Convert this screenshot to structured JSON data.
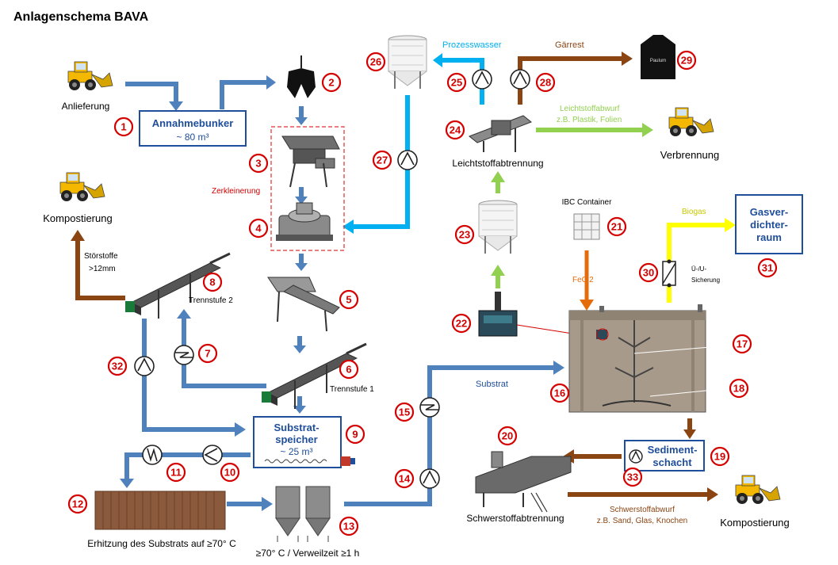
{
  "title": "Anlagenschema BAVA",
  "colors": {
    "blue_pipe": "#4f81bd",
    "cyan_pipe": "#00b0f0",
    "brown_pipe": "#8b4513",
    "green_pipe": "#92d050",
    "yellow_pipe": "#ffff00",
    "orange_pipe": "#e46c0a",
    "marker_red": "#d40000",
    "box_blue": "#1f4e9a"
  },
  "labels": {
    "anlieferung": "Anlieferung",
    "annahmebunker_title": "Annahmebunker",
    "annahmebunker_volume": "~ 80 m³",
    "kompostierung_top": "Kompostierung",
    "zerkleinerung": "Zerkleinerung",
    "stoerstoffe_1": "Störstoffe",
    "stoerstoffe_2": ">12mm",
    "trennstufe2": "Trennstufe 2",
    "trennstufe1": "Trennstufe 1",
    "substratspeicher_1": "Substrat-",
    "substratspeicher_2": "speicher",
    "substratspeicher_volume": "~ 25 m³",
    "erhitzung": "Erhitzung des Substrats auf ≥70° C",
    "verweilzeit": "≥70° C / Verweilzeit ≥1 h",
    "prozesswasser": "Prozesswasser",
    "gaerrest": "Gärrest",
    "leichtstoffabwurf_1": "Leichtstoffabwurf",
    "leichtstoffabwurf_2": "z.B. Plastik, Folien",
    "leichtstoffabtrennung": "Leichtstoffabtrennung",
    "verbrennung": "Verbrennung",
    "ibc_container": "IBC Container",
    "fecl2": "FeCl2",
    "biogas": "Biogas",
    "gasverdichter_1": "Gasver-",
    "gasverdichter_2": "dichter-",
    "gasverdichter_3": "raum",
    "uu_sicherung_1": "Ü-/U-",
    "uu_sicherung_2": "Sicherung",
    "substrat": "Substrat",
    "sediment_1": "Sediment-",
    "sediment_2": "schacht",
    "schwerstoffabtrennung": "Schwerstoffabtrennung",
    "schwerstoffabwurf_1": "Schwerstoffabwurf",
    "schwerstoffabwurf_2": "z.B. Sand, Glas, Knochen",
    "kompostierung_bottom": "Kompostierung",
    "tank_label": "Paulum"
  },
  "markers": [
    "1",
    "2",
    "3",
    "4",
    "5",
    "6",
    "7",
    "8",
    "9",
    "10",
    "11",
    "12",
    "13",
    "14",
    "15",
    "16",
    "17",
    "18",
    "19",
    "20",
    "21",
    "22",
    "23",
    "24",
    "25",
    "26",
    "27",
    "28",
    "29",
    "30",
    "31",
    "32",
    "33"
  ],
  "icons": [
    "wheel-loader-icon",
    "grab-bucket-icon",
    "pump-icon",
    "heat-exchanger-icon",
    "silo-icon",
    "tank-icon",
    "ibc-container-icon",
    "screw-separator-icon",
    "shredder-icon",
    "digester-icon",
    "check-valve-icon"
  ]
}
